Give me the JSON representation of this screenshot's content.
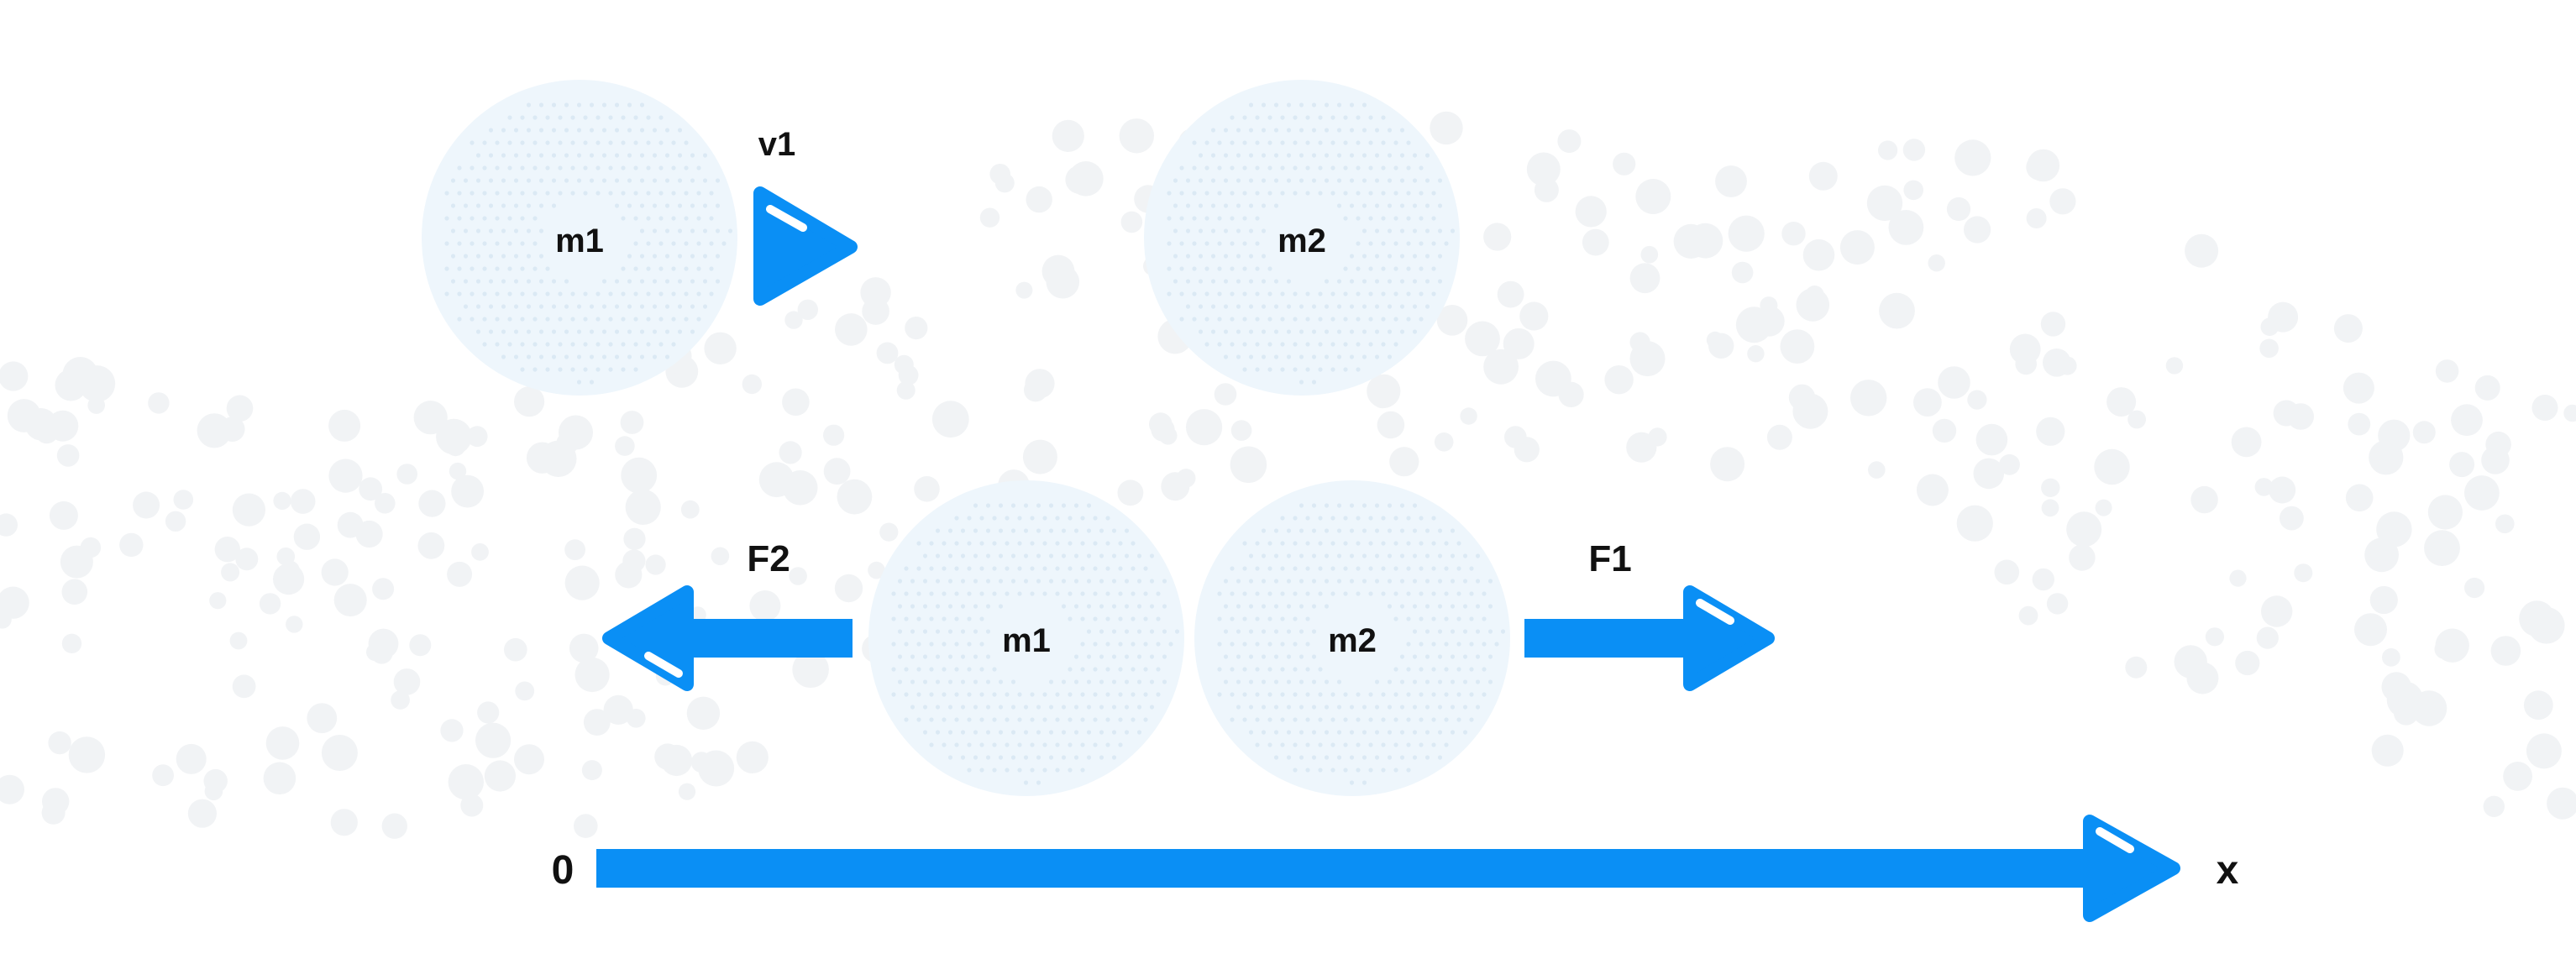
{
  "labels": {
    "top_m1": "m1",
    "top_m2": "m2",
    "velocity": "v1",
    "bottom_m1": "m1",
    "bottom_m2": "m2",
    "force_left": "F2",
    "force_right": "F1",
    "axis_origin": "0",
    "axis_end": "x"
  },
  "colors": {
    "arrow": "#0a8ff5",
    "ball_fill": "#eef6fc",
    "ball_dot": "#dbe9f4",
    "background_dot": "#f1f3f5",
    "text": "#111111"
  },
  "icons": {
    "velocity": "arrow-right-icon",
    "force_left": "arrow-left-icon",
    "force_right": "arrow-right-icon",
    "axis": "axis-arrow-icon"
  }
}
